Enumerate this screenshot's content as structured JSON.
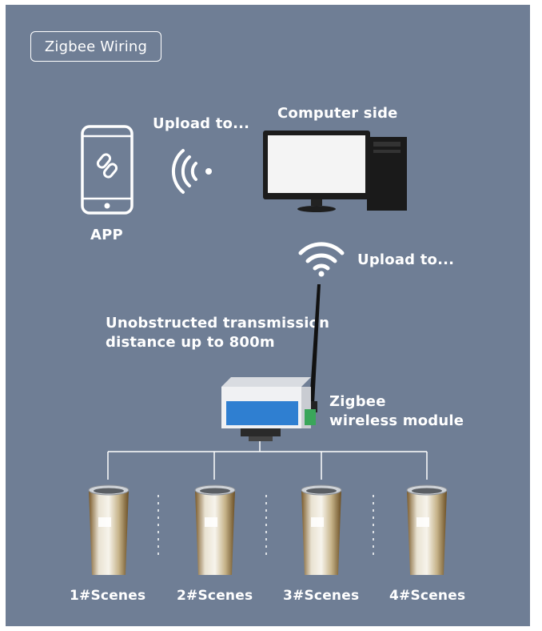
{
  "title": "Zigbee Wiring",
  "labels": {
    "upload_top": "Upload to...",
    "computer": "Computer side",
    "app": "APP",
    "upload_mid": "Upload to...",
    "range_line1": "Unobstructed transmission",
    "range_line2": "distance up to 800m",
    "module_line1": "Zigbee",
    "module_line2": "wireless module"
  },
  "scenes": [
    "1#Scenes",
    "2#Scenes",
    "3#Scenes",
    "4#Scenes"
  ],
  "colors": {
    "background": "#6f7e95",
    "text": "#ffffff",
    "module_blue": "#2f7fd1",
    "terminal_green": "#3aa65a"
  },
  "icons": [
    "phone-link-icon",
    "signal-waves-icon",
    "desktop-computer-icon",
    "wifi-icon",
    "zigbee-module-icon",
    "sensor-cylinder-icon"
  ]
}
